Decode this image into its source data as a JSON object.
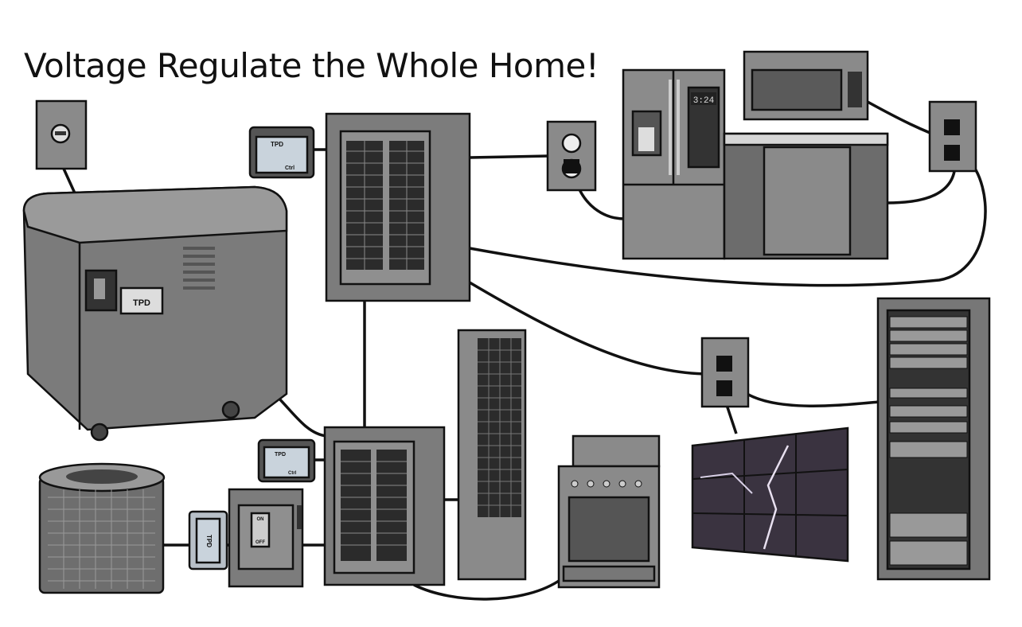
{
  "title": "Voltage Regulate the Whole Home!",
  "labels": {
    "tpd": "TPD",
    "ctrl": "Ctrl",
    "clock": "3:24",
    "switch_on": "ON",
    "switch_off": "OFF"
  },
  "colors": {
    "metal_dark": "#6e6e6e",
    "metal_mid": "#8c8c8c",
    "metal_light": "#b4b4b4",
    "tpd_face": "#c9d3dc",
    "outline": "#111111"
  }
}
